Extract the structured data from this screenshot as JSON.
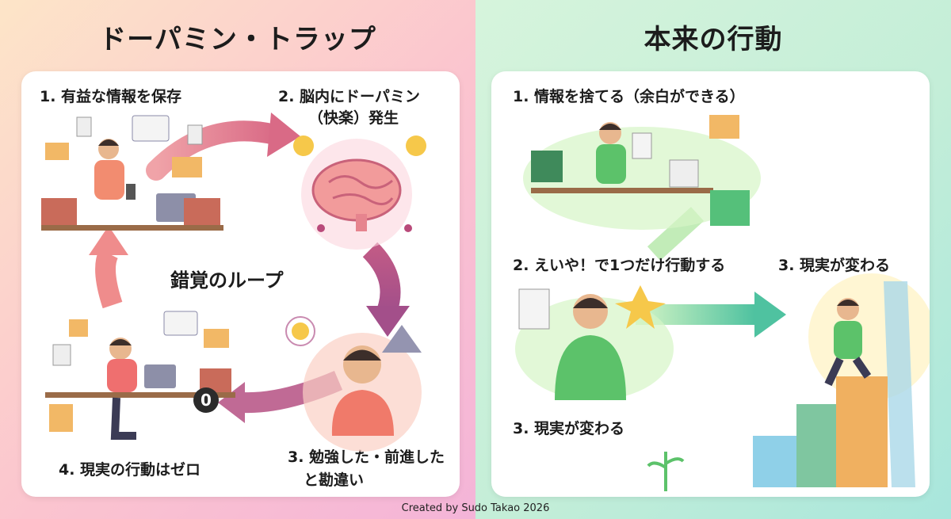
{
  "left": {
    "title": "ドーパミン・トラップ",
    "center_label": "錯覚のループ",
    "steps": [
      "1. 有益な情報を保存",
      "2. 脳内にドーパミン",
      "（快楽）発生",
      "3. 勉強した・前進した",
      "と勘違い",
      "4. 現実の行動はゼロ"
    ],
    "zero_badge": "0"
  },
  "right": {
    "title": "本来の行動",
    "steps": [
      "1. 情報を捨てる（余白ができる）",
      "2. えいや！で1つだけ行動する",
      "3. 現実が変わる",
      "3. 現実が変わる"
    ]
  },
  "credit": "Created by Sudo Takao 2026",
  "colors": {
    "left_accent": "#d4607a",
    "right_accent": "#3fbf8f",
    "text": "#1c1c1c"
  }
}
